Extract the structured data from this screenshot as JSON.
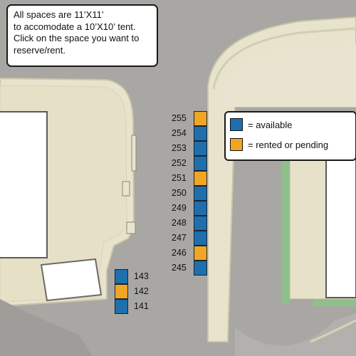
{
  "info": {
    "lines": [
      "All spaces are 11’X11’",
      "to accomodate a 10’X10’ tent.",
      "Click on the space you want to",
      "reserve/rent."
    ]
  },
  "legend": {
    "available_label": "= available",
    "rented_label": "= rented or pending",
    "available_color": "#1f6fad",
    "rented_color": "#f0a623"
  },
  "spaces": [
    {
      "number": "255",
      "status": "rented"
    },
    {
      "number": "254",
      "status": "available"
    },
    {
      "number": "253",
      "status": "available"
    },
    {
      "number": "252",
      "status": "available"
    },
    {
      "number": "251",
      "status": "rented"
    },
    {
      "number": "250",
      "status": "available"
    },
    {
      "number": "249",
      "status": "available"
    },
    {
      "number": "248",
      "status": "available"
    },
    {
      "number": "247",
      "status": "available"
    },
    {
      "number": "246",
      "status": "rented"
    },
    {
      "number": "245",
      "status": "available"
    },
    {
      "number": "143",
      "status": "available"
    },
    {
      "number": "142",
      "status": "rented"
    },
    {
      "number": "141",
      "status": "available"
    }
  ]
}
